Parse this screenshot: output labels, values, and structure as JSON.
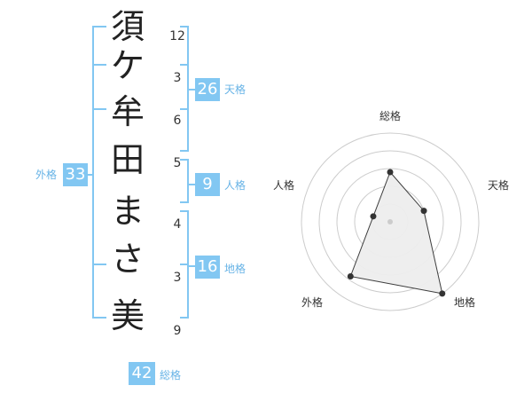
{
  "name_chars": [
    "須",
    "ケ",
    "牟",
    "田",
    "ま",
    "さ",
    "美"
  ],
  "strokes": [
    "12",
    "3",
    "6",
    "5",
    "4",
    "3",
    "9"
  ],
  "kaku": {
    "tenkaku": {
      "value": "26",
      "label": "天格"
    },
    "jinkaku": {
      "value": "9",
      "label": "人格"
    },
    "chikaku": {
      "value": "16",
      "label": "地格"
    },
    "gaikaku": {
      "value": "33",
      "label": "外格"
    },
    "soukaku": {
      "value": "42",
      "label": "総格"
    }
  },
  "radar": {
    "labels": {
      "soukaku": "総格",
      "tenkaku": "天格",
      "chikaku": "地格",
      "gaikaku": "外格",
      "jinkaku": "人格"
    },
    "max": 5,
    "levels": [
      2.8,
      2.0,
      5.0,
      3.8,
      1.0
    ],
    "grid": true,
    "colors": {
      "bracket": "#82c7f2",
      "fill": "#eeeeee",
      "line": "#333333",
      "grid": "#cccccc"
    }
  }
}
